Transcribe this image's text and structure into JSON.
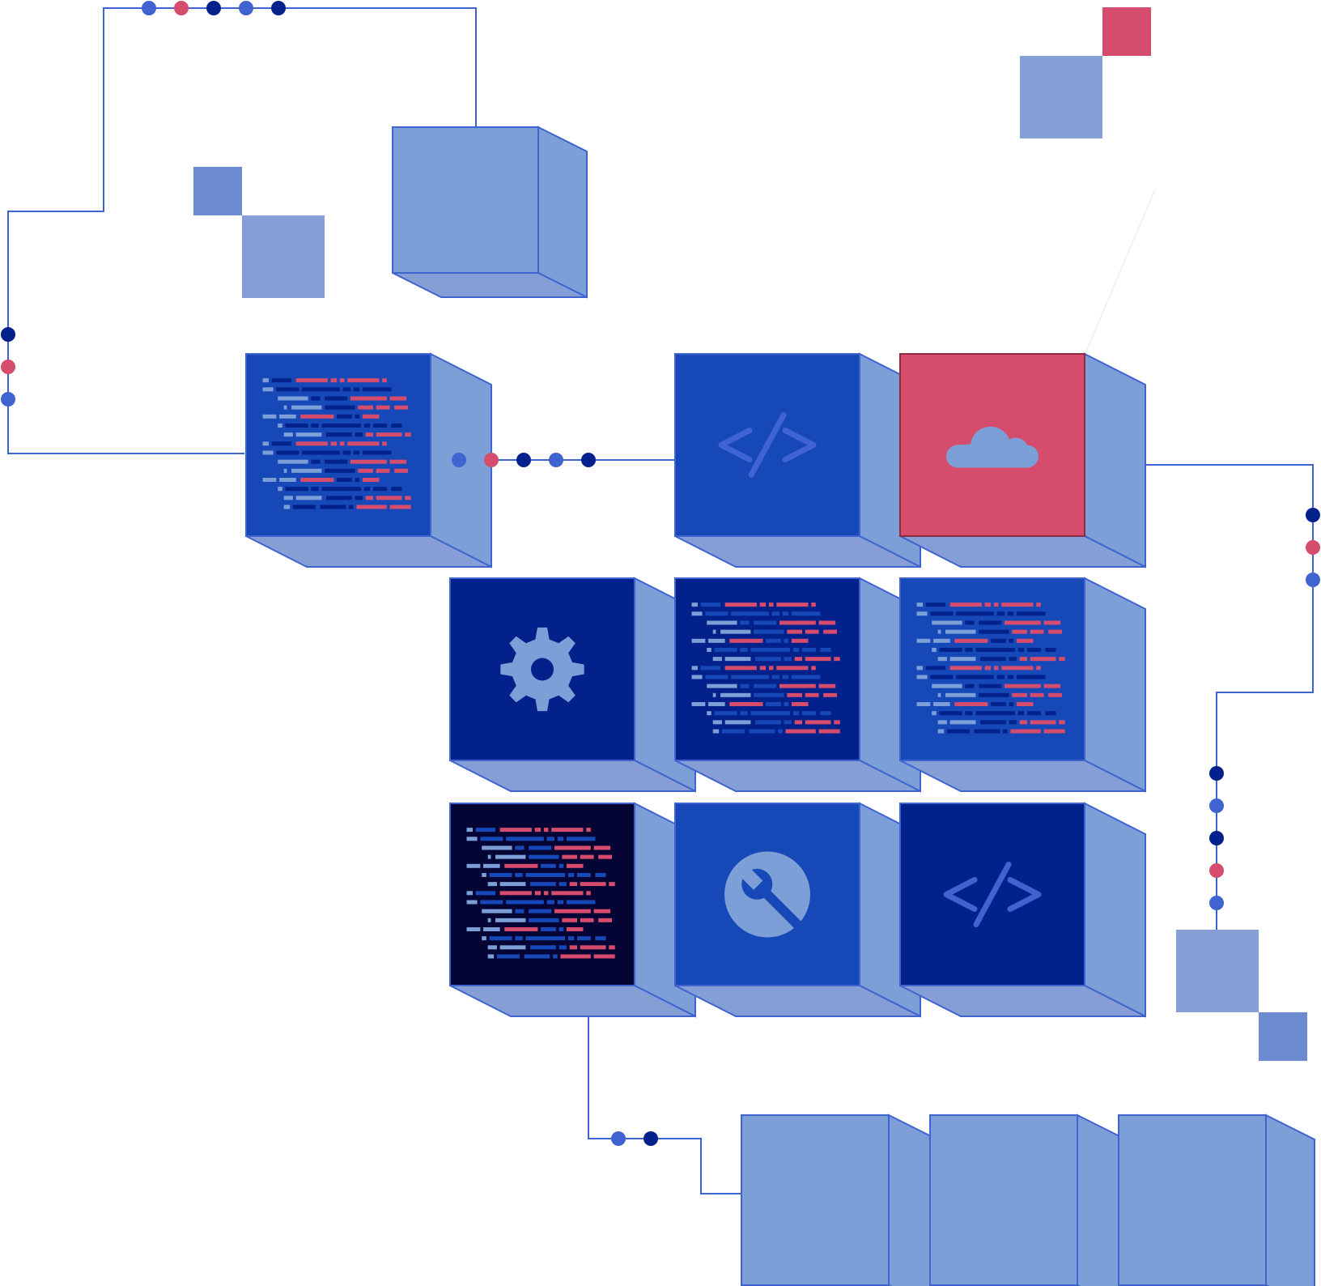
{
  "colors": {
    "line": "#3f63d1",
    "cube_light": "#7d9fd8",
    "cube_medium": "#1648b8",
    "cube_dark": "#03218a",
    "cube_black": "#050535",
    "cube_red": "#d64c6c",
    "icon_fill": "#7d9fd8",
    "icon_stroke": "#3f63d1",
    "square_light": "#859fd6",
    "square_mid": "#6c8bd3",
    "square_red": "#d64c6c",
    "dot_light": "#3f63d1",
    "dot_dark": "#03218a",
    "dot_red": "#d64c6c",
    "code_light": "#7d9fd8",
    "code_red": "#d64c6c"
  },
  "cubes": [
    {
      "id": "cube-top-empty",
      "face": "light",
      "icon": "none"
    },
    {
      "id": "cube-code-listing-1",
      "face": "medium",
      "icon": "code-lines-icon"
    },
    {
      "id": "cube-code-brackets-1",
      "face": "medium",
      "icon": "code-brackets-icon"
    },
    {
      "id": "cube-cloud",
      "face": "red",
      "icon": "cloud-icon"
    },
    {
      "id": "cube-gear",
      "face": "dark",
      "icon": "gear-icon"
    },
    {
      "id": "cube-code-listing-2",
      "face": "dark",
      "icon": "code-lines-icon"
    },
    {
      "id": "cube-code-listing-3",
      "face": "medium",
      "icon": "code-lines-icon"
    },
    {
      "id": "cube-code-listing-4",
      "face": "black",
      "icon": "code-lines-icon"
    },
    {
      "id": "cube-wrench",
      "face": "medium",
      "icon": "wrench-icon"
    },
    {
      "id": "cube-code-brackets-2",
      "face": "dark",
      "icon": "code-brackets-icon"
    },
    {
      "id": "cube-bottom-empty-1",
      "face": "light",
      "icon": "none"
    },
    {
      "id": "cube-bottom-empty-2",
      "face": "light",
      "icon": "none"
    },
    {
      "id": "cube-bottom-empty-3",
      "face": "light",
      "icon": "none"
    }
  ],
  "dot_groups": [
    {
      "id": "dots-top",
      "tones": [
        "light",
        "red",
        "dark",
        "light",
        "dark"
      ]
    },
    {
      "id": "dots-left",
      "tones": [
        "dark",
        "red",
        "light"
      ]
    },
    {
      "id": "dots-middle",
      "tones": [
        "light",
        "red",
        "dark",
        "light",
        "dark"
      ]
    },
    {
      "id": "dots-right-upper",
      "tones": [
        "dark",
        "red",
        "light"
      ]
    },
    {
      "id": "dots-right-lower",
      "tones": [
        "dark",
        "light",
        "dark",
        "red",
        "light"
      ]
    },
    {
      "id": "dots-bottom",
      "tones": [
        "light",
        "dark"
      ]
    }
  ]
}
